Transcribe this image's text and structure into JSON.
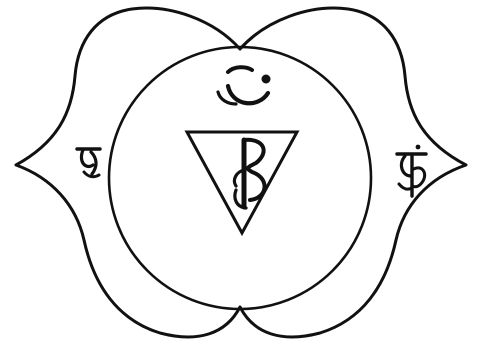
{
  "figure": {
    "line_color": "#111111",
    "background_color": "#ffffff",
    "left_glyph_icon": "ham-seed-syllable-glyph",
    "right_glyph_icon": "ksham-seed-syllable-glyph",
    "center_glyph_icon": "om-seed-syllable-glyph"
  }
}
